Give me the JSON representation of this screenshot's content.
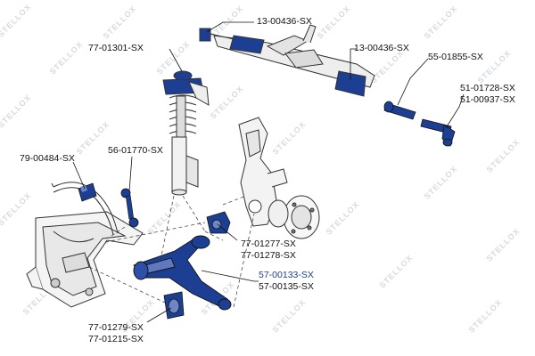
{
  "watermark": {
    "text": "STELLOX",
    "color": "#c9ced6"
  },
  "part_numbers": {
    "steering_rack_a": "13-00436-SX",
    "steering_rack_b": "13-00436-SX",
    "strut_mount": "77-01301-SX",
    "tie_rod_inner": "55-01855-SX",
    "tie_rod_end_a": "51-01728-SX",
    "tie_rod_end_b": "51-00937-SX",
    "stabilizer_bushing": "79-00484-SX",
    "stabilizer_link": "56-01770-SX",
    "arm_bushing_front_a": "77-01277-SX",
    "arm_bushing_front_b": "77-01278-SX",
    "control_arm_a": "57-00133-SX",
    "control_arm_b": "57-00135-SX",
    "arm_bushing_rear_a": "77-01279-SX",
    "arm_bushing_rear_b": "77-01215-SX"
  },
  "colors": {
    "part_highlight": "#1d3f93",
    "callout_line": "#111111",
    "outline": "#333333",
    "blue_label": "#1c3f94"
  }
}
